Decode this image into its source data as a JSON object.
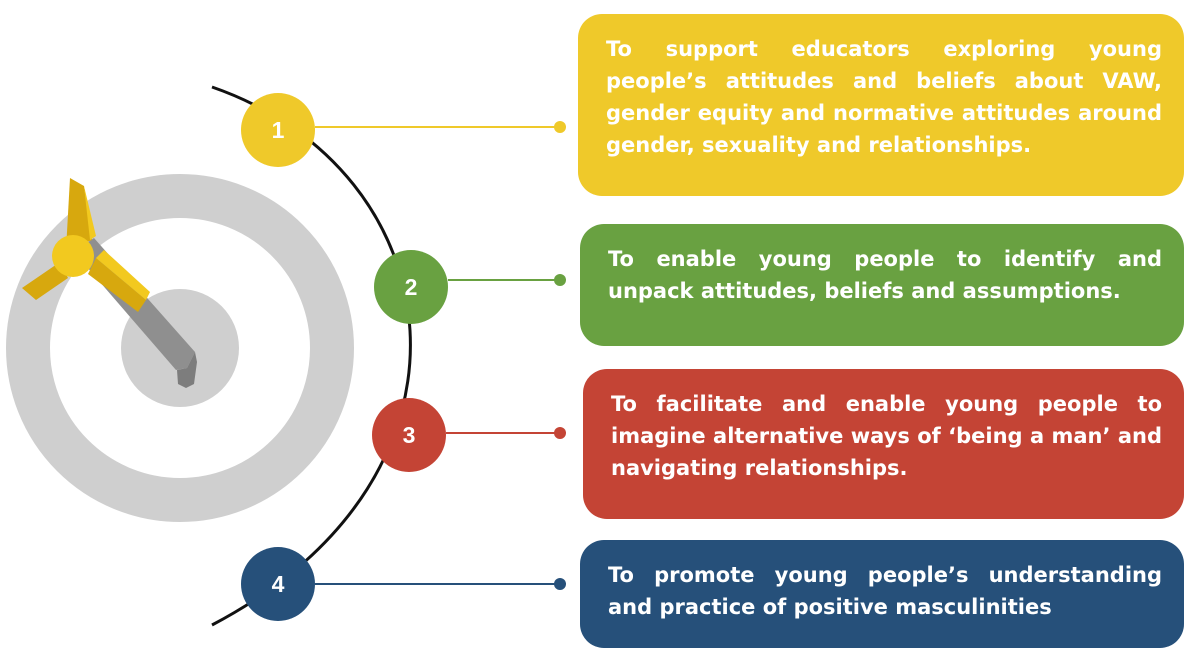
{
  "colors": {
    "yellow": "#efc92a",
    "green": "#69a141",
    "red": "#c44435",
    "navy": "#26507a",
    "ring_gray": "#cfcfcf",
    "arrow_shaft": "#8f8f8f",
    "arrow_fletch": "#d7a80e",
    "arc_line": "#111111"
  },
  "icons": [
    "target-icon",
    "arrow-icon"
  ],
  "objectives": [
    {
      "number": "1",
      "color": "yellow",
      "text": "To support educators exploring young people’s attitudes and beliefs about VAW, gender equity and normative attitudes around gender, sexuality and relationships."
    },
    {
      "number": "2",
      "color": "green",
      "text": "To enable young people to identify and unpack attitudes, beliefs and assumptions."
    },
    {
      "number": "3",
      "color": "red",
      "text": "To facilitate and enable young people to imagine alternative ways of ‘being a man’ and navigating relationships."
    },
    {
      "number": "4",
      "color": "navy",
      "text": "To promote young people’s understanding and practice of positive masculinities"
    }
  ]
}
